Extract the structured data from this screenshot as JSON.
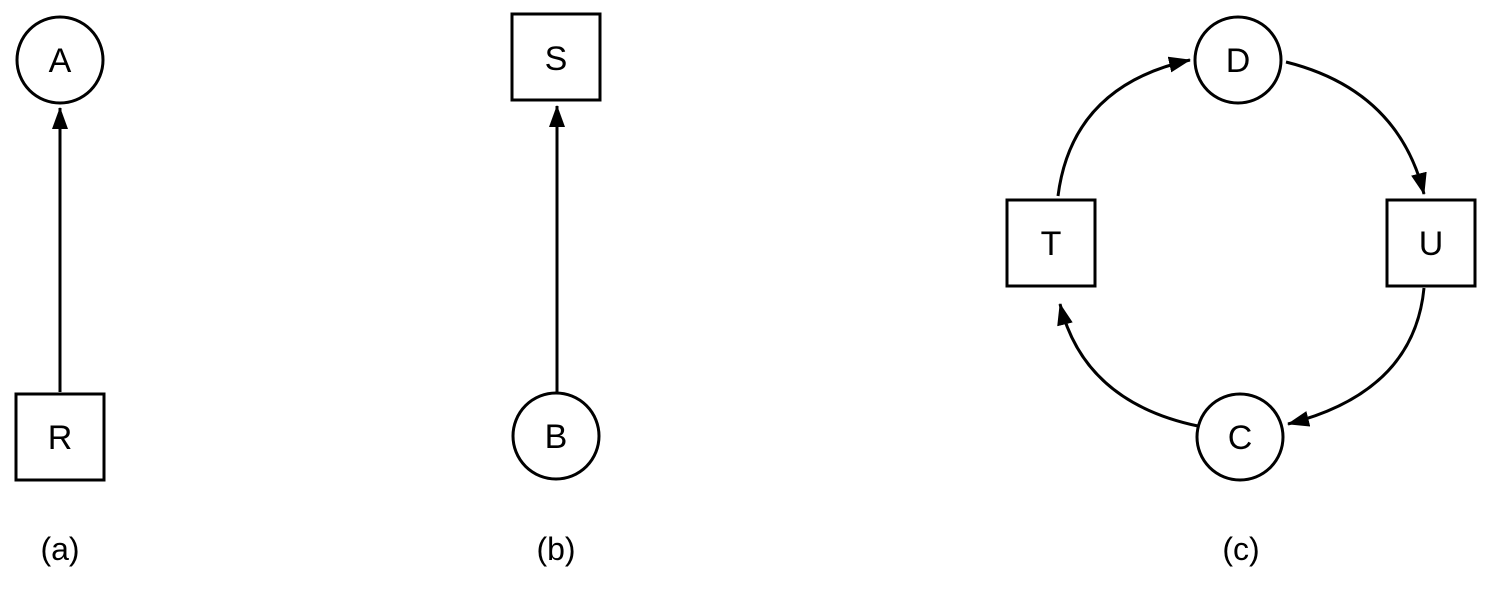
{
  "diagram_a": {
    "caption": "(a)",
    "nodes": {
      "process": "A",
      "resource": "R"
    }
  },
  "diagram_b": {
    "caption": "(b)",
    "nodes": {
      "resource": "S",
      "process": "B"
    }
  },
  "diagram_c": {
    "caption": "(c)",
    "nodes": {
      "process_top": "D",
      "resource_right": "U",
      "process_bottom": "C",
      "resource_left": "T"
    }
  }
}
